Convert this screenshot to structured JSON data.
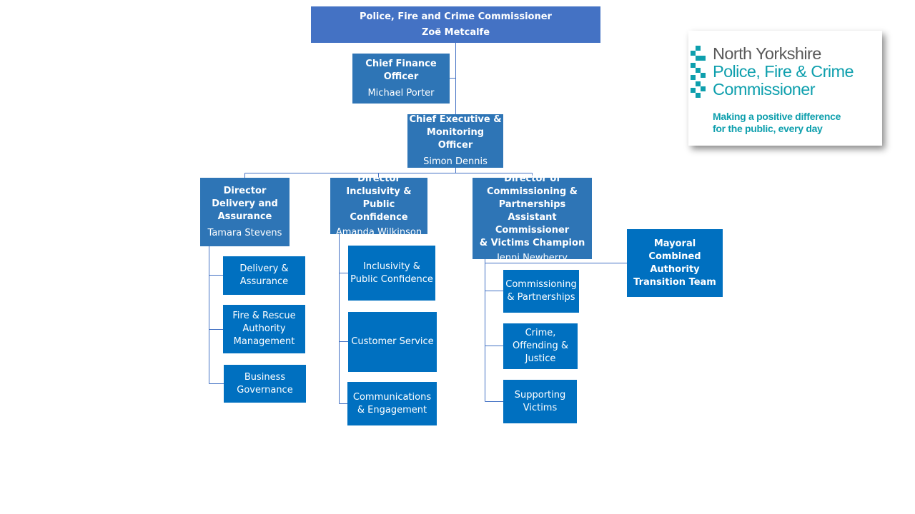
{
  "org": {
    "commissioner": {
      "title": "Police, Fire and Crime Commissioner",
      "name": "Zoë Metcalfe"
    },
    "cfo": {
      "title": "Chief Finance\nOfficer",
      "name": "Michael Porter"
    },
    "ceo": {
      "title": "Chief Executive &\nMonitoring Officer",
      "name": "Simon Dennis"
    },
    "dir_delivery": {
      "title": "Director\nDelivery and\nAssurance",
      "name": "Tamara Stevens"
    },
    "dir_inclusivity": {
      "title": "Director\nInclusivity & Public\nConfidence",
      "name": "Amanda Wilkinson"
    },
    "dir_commissioning": {
      "title": "Director of\nCommissioning &\nPartnerships\nAssistant Commissioner\n& Victims Champion",
      "name": "Jenni Newberry"
    },
    "mayoral": {
      "title": "Mayoral Combined\nAuthority\nTransition Team"
    },
    "delivery_teams": [
      "Delivery &\nAssurance",
      "Fire & Rescue\nAuthority\nManagement",
      "Business\nGovernance"
    ],
    "inclusivity_teams": [
      "Inclusivity &\nPublic Confidence",
      "Customer Service",
      "Communications\n& Engagement"
    ],
    "commissioning_teams": [
      "Commissioning\n& Partnerships",
      "Crime,\nOffending &\nJustice",
      "Supporting\nVictims"
    ]
  },
  "logo": {
    "line1": "North Yorkshire",
    "line2": "Police, Fire & Crime",
    "line3": "Commissioner",
    "tagline1": "Making a positive difference",
    "tagline2": "for the public, every day"
  },
  "colors": {
    "top_box": "#4472c4",
    "director_box": "#2e75b6",
    "team_box": "#0070c0",
    "connector": "#4472c4",
    "logo_teal": "#0e9fad",
    "logo_grey": "#595959"
  }
}
